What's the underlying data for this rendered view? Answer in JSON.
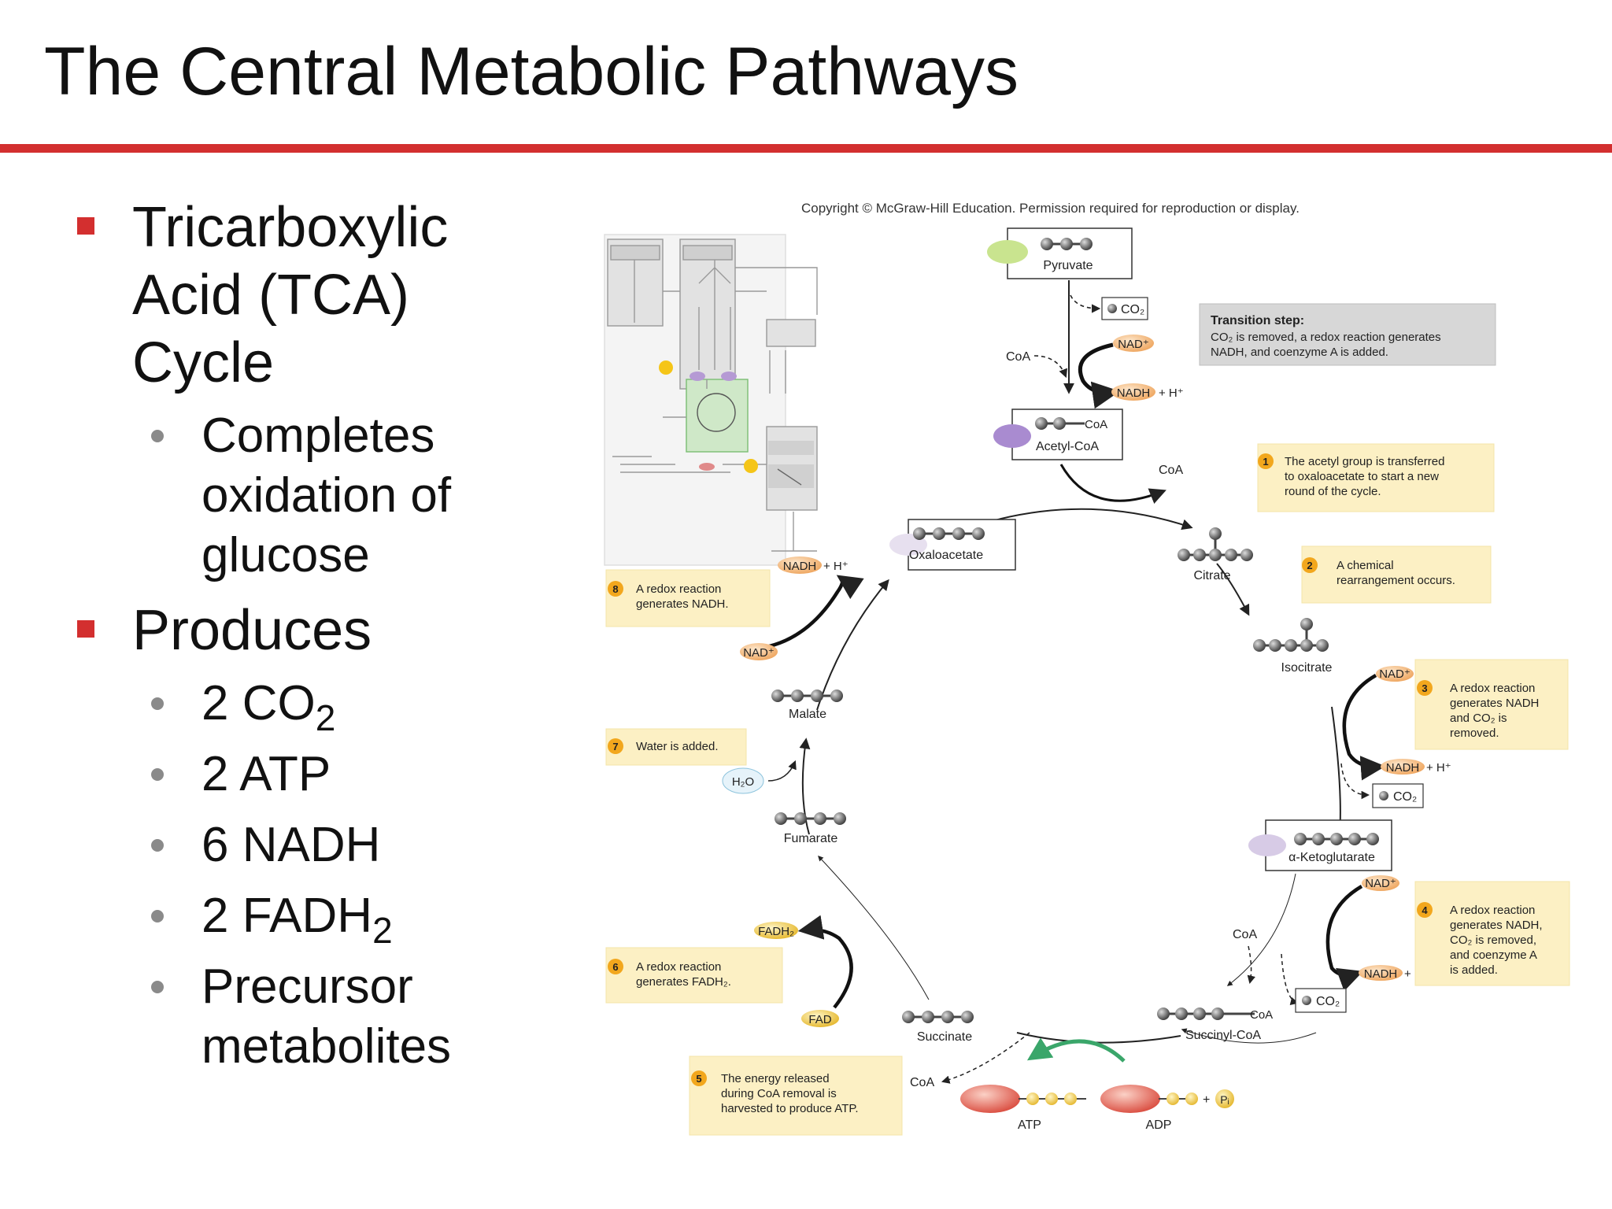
{
  "title": "The Central Metabolic Pathways",
  "bullets": {
    "b1": "Tricarboxylic Acid (TCA) Cycle",
    "b1_sub1": "Completes oxidation of glucose",
    "b2": "Produces",
    "b2_sub1_prefix": "2 CO",
    "b2_sub1_sub": "2",
    "b2_sub2": "2 ATP",
    "b2_sub3": "6 NADH",
    "b2_sub4_prefix": "2 FADH",
    "b2_sub4_sub": "2",
    "b2_sub5": "Precursor metabolites"
  },
  "figure": {
    "copyright": "Copyright © McGraw-Hill Education. Permission required for reproduction or display.",
    "transition_title": "Transition step:",
    "transition_text1": "CO₂ is removed, a redox reaction generates",
    "transition_text2": "NADH, and coenzyme A is added.",
    "pyruvate": "Pyruvate",
    "co2": "CO₂",
    "nad": "NAD⁺",
    "nadh": "NADH",
    "plus_h": "+ H⁺",
    "coa": "CoA",
    "acetyl_coa": "Acetyl-CoA",
    "oxaloacetate": "Oxaloacetate",
    "citrate": "Citrate",
    "isocitrate": "Isocitrate",
    "alpha_ketoglutarate": "α-Ketoglutarate",
    "succinyl_coa": "Succinyl-CoA",
    "succinate": "Succinate",
    "fumarate": "Fumarate",
    "malate": "Malate",
    "h2o": "H₂O",
    "fadh2": "FADH₂",
    "fad": "FAD",
    "atp": "ATP",
    "adp": "ADP",
    "pi": "Pᵢ",
    "step1_num": "1",
    "step1_l1": "The acetyl group is transferred",
    "step1_l2": "to oxaloacetate to start a new",
    "step1_l3": "round of the cycle.",
    "step2_num": "2",
    "step2_l1": "A chemical",
    "step2_l2": "rearrangement occurs.",
    "step3_num": "3",
    "step3_l1": "A redox reaction",
    "step3_l2": "generates NADH",
    "step3_l3": "and CO₂ is",
    "step3_l4": "removed.",
    "step4_num": "4",
    "step4_l1": "A redox reaction",
    "step4_l2": "generates NADH,",
    "step4_l3": "CO₂ is removed,",
    "step4_l4": "and coenzyme A",
    "step4_l5": "is added.",
    "step5_num": "5",
    "step5_l1": "The energy released",
    "step5_l2": "during CoA removal is",
    "step5_l3": "harvested to produce ATP.",
    "step6_num": "6",
    "step6_l1": "A redox reaction",
    "step6_l2": "generates FADH₂.",
    "step7_num": "7",
    "step7_l1": "Water is added.",
    "step8_num": "8",
    "step8_l1": "A redox reaction",
    "step8_l2": "generates NADH."
  }
}
